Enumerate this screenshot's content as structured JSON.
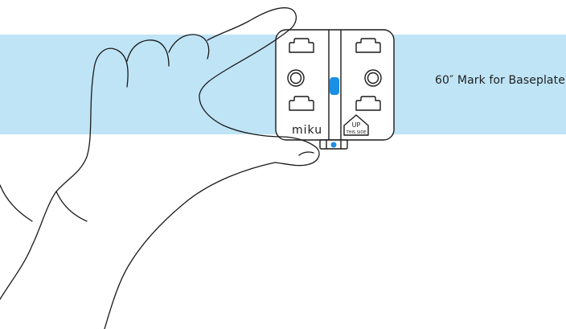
{
  "band": {
    "color": "#bfe4f6",
    "label": "60″ Mark for Baseplate"
  },
  "baseplate": {
    "brand": "miku",
    "sticker_line1": "UP",
    "sticker_line2": "THIS SIDE",
    "accent_color": "#1a8fe3"
  },
  "colors": {
    "line": "#1a1a1a",
    "fill": "#ffffff"
  }
}
